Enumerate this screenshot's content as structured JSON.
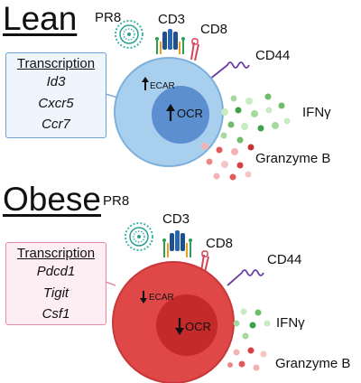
{
  "panels": [
    {
      "title": "Lean",
      "virus": "PR8",
      "receptor_cd3": "CD3",
      "receptor_cd8": "CD8",
      "receptor_cd44": "CD44",
      "ecar": "ECAR",
      "ecar_direction": "up",
      "ocr": "OCR",
      "ocr_direction": "up",
      "transcription_title": "Transcription",
      "genes": [
        "Id3",
        "Cxcr5",
        "Ccr7"
      ],
      "cytokine1": "IFNγ",
      "cytokine2": "Granzyme B",
      "cell_color": "#a9cfee",
      "nucleus_color": "#5b8fcf",
      "box_border": "#6fa0d6",
      "box_fill": "#eef5fc"
    },
    {
      "title": "Obese",
      "virus": "PR8",
      "receptor_cd3": "CD3",
      "receptor_cd8": "CD8",
      "receptor_cd44": "CD44",
      "ecar": "ECAR",
      "ecar_direction": "down",
      "ocr": "OCR",
      "ocr_direction": "down",
      "transcription_title": "Transcription",
      "genes": [
        "Pdcd1",
        "Tigit",
        "Csf1"
      ],
      "cytokine1": "IFNγ",
      "cytokine2": "Granzyme B",
      "cell_color": "#e04848",
      "nucleus_color": "#c42a2a",
      "box_border": "#e58aa8",
      "box_fill": "#fdeef3"
    }
  ]
}
